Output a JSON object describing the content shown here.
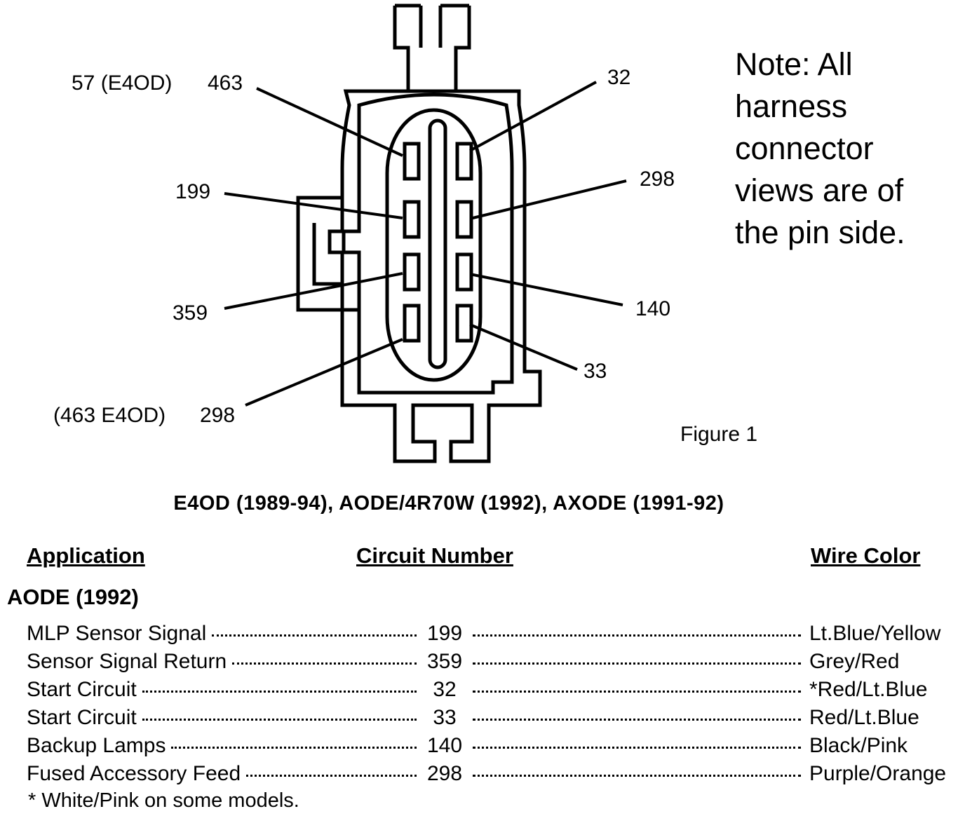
{
  "diagram": {
    "labels_left": [
      "57 (E4OD)",
      "463",
      "199",
      "359",
      "(463 E4OD)",
      "298"
    ],
    "labels_right": [
      "32",
      "298",
      "140",
      "33"
    ],
    "note": "Note: All\nharness\nconnector\nviews are of\nthe pin side.",
    "figure_label": "Figure 1"
  },
  "subtitle": "E4OD (1989-94), AODE/4R70W (1992), AXODE (1991-92)",
  "table": {
    "headers": {
      "application": "Application",
      "circuit": "Circuit Number",
      "wire": "Wire Color"
    },
    "section": "AODE (1992)",
    "rows": [
      {
        "application": "MLP Sensor Signal",
        "circuit": "199",
        "wire": "Lt.Blue/Yellow"
      },
      {
        "application": "Sensor Signal Return",
        "circuit": "359",
        "wire": "Grey/Red"
      },
      {
        "application": "Start Circuit",
        "circuit": "32",
        "wire": "*Red/Lt.Blue"
      },
      {
        "application": "Start Circuit",
        "circuit": "33",
        "wire": "Red/Lt.Blue"
      },
      {
        "application": "Backup Lamps",
        "circuit": "140",
        "wire": "Black/Pink"
      },
      {
        "application": "Fused Accessory Feed",
        "circuit": "298",
        "wire": "Purple/Orange"
      }
    ],
    "footnote": "* White/Pink on some models."
  }
}
